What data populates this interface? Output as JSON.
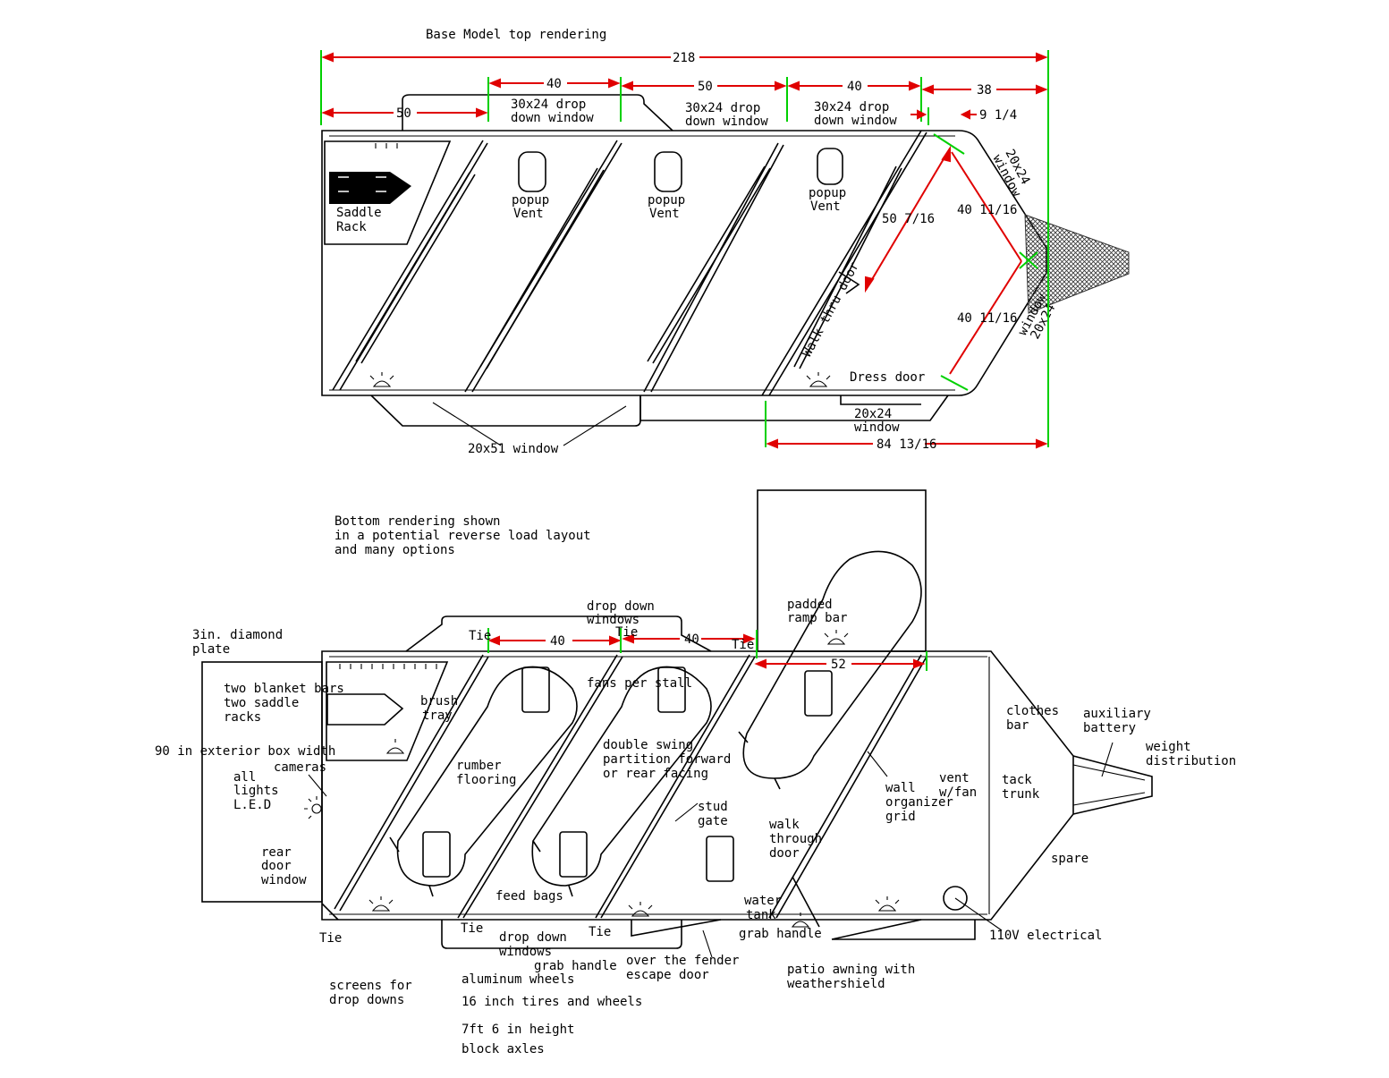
{
  "colors": {
    "dimension": "#e00000",
    "extension": "#00d000",
    "line": "#000000",
    "hitch_mesh": "#333333"
  },
  "top_view": {
    "title": "Base Model top rendering",
    "dims": {
      "overall": "218",
      "seg_50_a": "50",
      "seg_40_a": "40",
      "seg_50_b": "50",
      "seg_40_b": "40",
      "seg_38": "38",
      "seg_9_1_4": "9 1/4",
      "diag_50_7_16": "50 7/16",
      "diag_40_11_16_a": "40 11/16",
      "diag_40_11_16_b": "40 11/16",
      "bottom_84_13_16": "84 13/16"
    },
    "windows": {
      "drop_1": [
        "30x24 drop",
        "down window"
      ],
      "drop_2": [
        "30x24 drop",
        "down window"
      ],
      "drop_3": [
        "30x24 drop",
        "down window"
      ],
      "nose_top": [
        "20x24",
        "window"
      ],
      "nose_bottom": [
        "20x24",
        "window"
      ],
      "side_20x24": [
        "20x24",
        "window"
      ],
      "side_20x51": "20x51 window"
    },
    "labels": {
      "saddle_rack": [
        "Saddle",
        "Rack"
      ],
      "vent_1": [
        "popup",
        "Vent"
      ],
      "vent_2": [
        "popup",
        "Vent"
      ],
      "vent_3": [
        "popup",
        "Vent"
      ],
      "walk_thru_door": "Walk thru door",
      "dress_door": "Dress door"
    }
  },
  "bottom_view": {
    "intro": [
      "Bottom rendering shown",
      "in a potential reverse load layout",
      "and many options"
    ],
    "labels": {
      "diamond_plate": [
        "3in. diamond",
        "plate"
      ],
      "drop_down_windows_top": [
        "drop down",
        "windows"
      ],
      "padded_ramp_bar": [
        "padded",
        "ramp bar"
      ],
      "blanket_bars": [
        "two blanket bars",
        "two saddle",
        "racks"
      ],
      "brush_tray": [
        "brush",
        "tray"
      ],
      "fans": "fans per stall",
      "exterior_width": "90 in exterior box width",
      "cameras": "cameras",
      "lights": [
        "all",
        "lights",
        "L.E.D"
      ],
      "rubber_flooring": [
        "rumber",
        "flooring"
      ],
      "partition": [
        "double swing",
        "partition forward",
        "or rear facing"
      ],
      "stud_gate": [
        "stud",
        "gate"
      ],
      "walk_through_door": [
        "walk",
        "through",
        "door"
      ],
      "wall_grid": [
        "wall",
        "organizer",
        "grid"
      ],
      "vent_fan": [
        "vent",
        "w/fan"
      ],
      "clothes_bar": [
        "clothes",
        "bar"
      ],
      "aux_battery": [
        "auxiliary",
        "battery"
      ],
      "weight_dist": [
        "weight",
        "distribution"
      ],
      "tack_trunk": [
        "tack",
        "trunk"
      ],
      "spare": "spare",
      "rear_door_window": [
        "rear",
        "door",
        "window"
      ],
      "feed_bags": "feed bags",
      "water_tank": [
        "water",
        "tank"
      ],
      "grab_handle_right": "grab handle",
      "electrical": "110V electrical",
      "drop_down_windows_bottom": [
        "drop down",
        "windows"
      ],
      "grab_handle_left": "grab handle",
      "fender_door": [
        "over the fender",
        "escape door"
      ],
      "aluminum_wheels": "aluminum wheels",
      "awning": [
        "patio awning with",
        "weathershield"
      ],
      "screens": [
        "screens for",
        "drop downs"
      ],
      "tires": "16 inch tires and wheels",
      "height": "7ft 6 in height",
      "axles": "block axles",
      "dim_40_a": "40",
      "dim_40_b": "40",
      "dim_52": "52",
      "tie": "Tie"
    }
  }
}
